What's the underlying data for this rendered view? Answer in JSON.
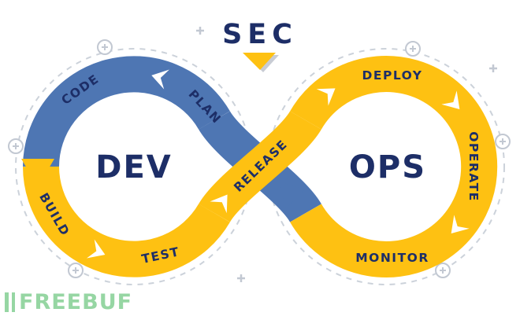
{
  "header": {
    "sec_label": "SEC"
  },
  "loops": {
    "dev_label": "DEV",
    "ops_label": "OPS"
  },
  "stages": {
    "plan": "PLAN",
    "code": "CODE",
    "build": "BUILD",
    "test": "TEST",
    "release": "RELEASE",
    "deploy": "DEPLOY",
    "operate": "OPERATE",
    "monitor": "MONITOR"
  },
  "colors": {
    "dev_blue": "#4e76b3",
    "ops_yellow": "#fec112",
    "navy_text": "#1d2e67",
    "dashed_gray": "#ccd2da",
    "watermark_green": "#2fae4a"
  },
  "watermark": {
    "brand": "FREEBUF"
  }
}
